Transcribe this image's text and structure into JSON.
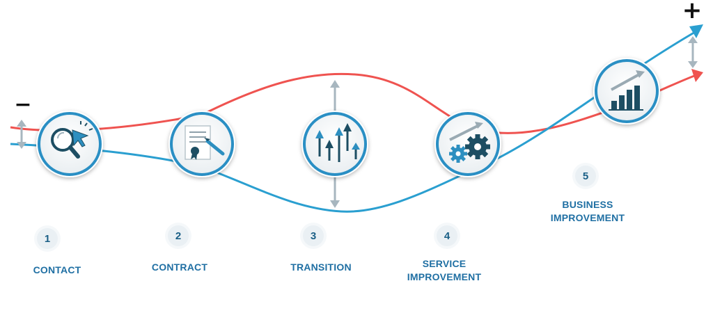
{
  "minus_sign": "−",
  "plus_sign": "+",
  "colors": {
    "red_line": "#ef5350",
    "blue_line": "#2a9fd0",
    "circle_border": "#2a8fc4",
    "icon_dark": "#1d4e63",
    "icon_blue": "#2d8fc0",
    "gray_arrow": "#a7b6bf",
    "label_text": "#1f6fa3"
  },
  "steps": [
    {
      "number": "1",
      "label_line1": "CONTACT",
      "label_line2": "",
      "icon": "magnifier-cursor-icon"
    },
    {
      "number": "2",
      "label_line1": "CONTRACT",
      "label_line2": "",
      "icon": "contract-document-icon"
    },
    {
      "number": "3",
      "label_line1": "TRANSITION",
      "label_line2": "",
      "icon": "up-arrows-icon"
    },
    {
      "number": "4",
      "label_line1": "SERVICE",
      "label_line2": "IMPROVEMENT",
      "icon": "gears-trend-icon"
    },
    {
      "number": "5",
      "label_line1": "BUSINESS",
      "label_line2": "IMPROVEMENT",
      "icon": "bar-chart-trend-icon"
    }
  ]
}
